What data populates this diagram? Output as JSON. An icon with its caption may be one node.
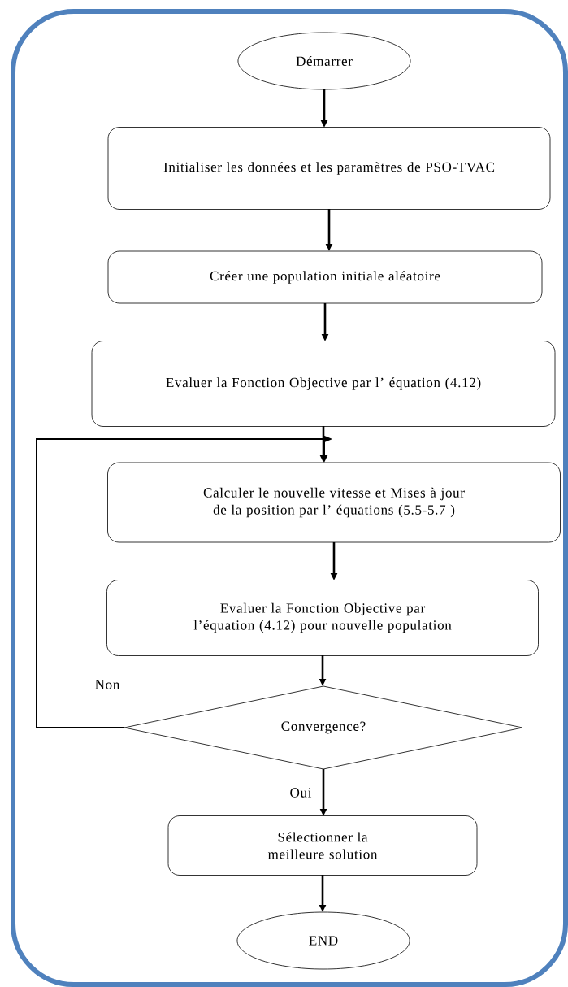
{
  "diagram": {
    "nodes": [
      {
        "text": [
          "Démarrer"
        ]
      },
      {
        "text": [
          "Initialiser les données et les paramètres de PSO-TVAC"
        ]
      },
      {
        "text": [
          "Créer une population initiale aléatoire"
        ]
      },
      {
        "text": [
          "Evaluer la Fonction Objective par l’ équation (4.12)"
        ]
      },
      {
        "text": [
          "Calculer le nouvelle vitesse et Mises à jour de la position par l’ équations (5.5-5.7 )"
        ]
      },
      {
        "text": [
          "Evaluer la Fonction Objective par l’équation (4.12) pour nouvelle population"
        ]
      },
      {
        "text": [
          "Convergence?"
        ]
      },
      {
        "text": [
          "Sélectionner la meilleure solution"
        ]
      },
      {
        "text": [
          "END"
        ]
      }
    ],
    "edges": [
      {
        "from": 0,
        "to": 1,
        "arrow": "to"
      },
      {
        "from": 1,
        "to": 2,
        "arrow": "to"
      },
      {
        "from": 2,
        "to": 3,
        "arrow": "to"
      },
      {
        "from": 3,
        "to": 4,
        "arrow": "to"
      },
      {
        "from": 4,
        "to": 5,
        "arrow": "to"
      },
      {
        "from": 5,
        "to": 6,
        "arrow": "to"
      },
      {
        "from": 6,
        "to": 4,
        "arrow": "to",
        "label": "Non"
      },
      {
        "from": 6,
        "to": 7,
        "arrow": "to",
        "label": "Oui"
      },
      {
        "from": 7,
        "to": 8,
        "arrow": "to"
      }
    ]
  }
}
